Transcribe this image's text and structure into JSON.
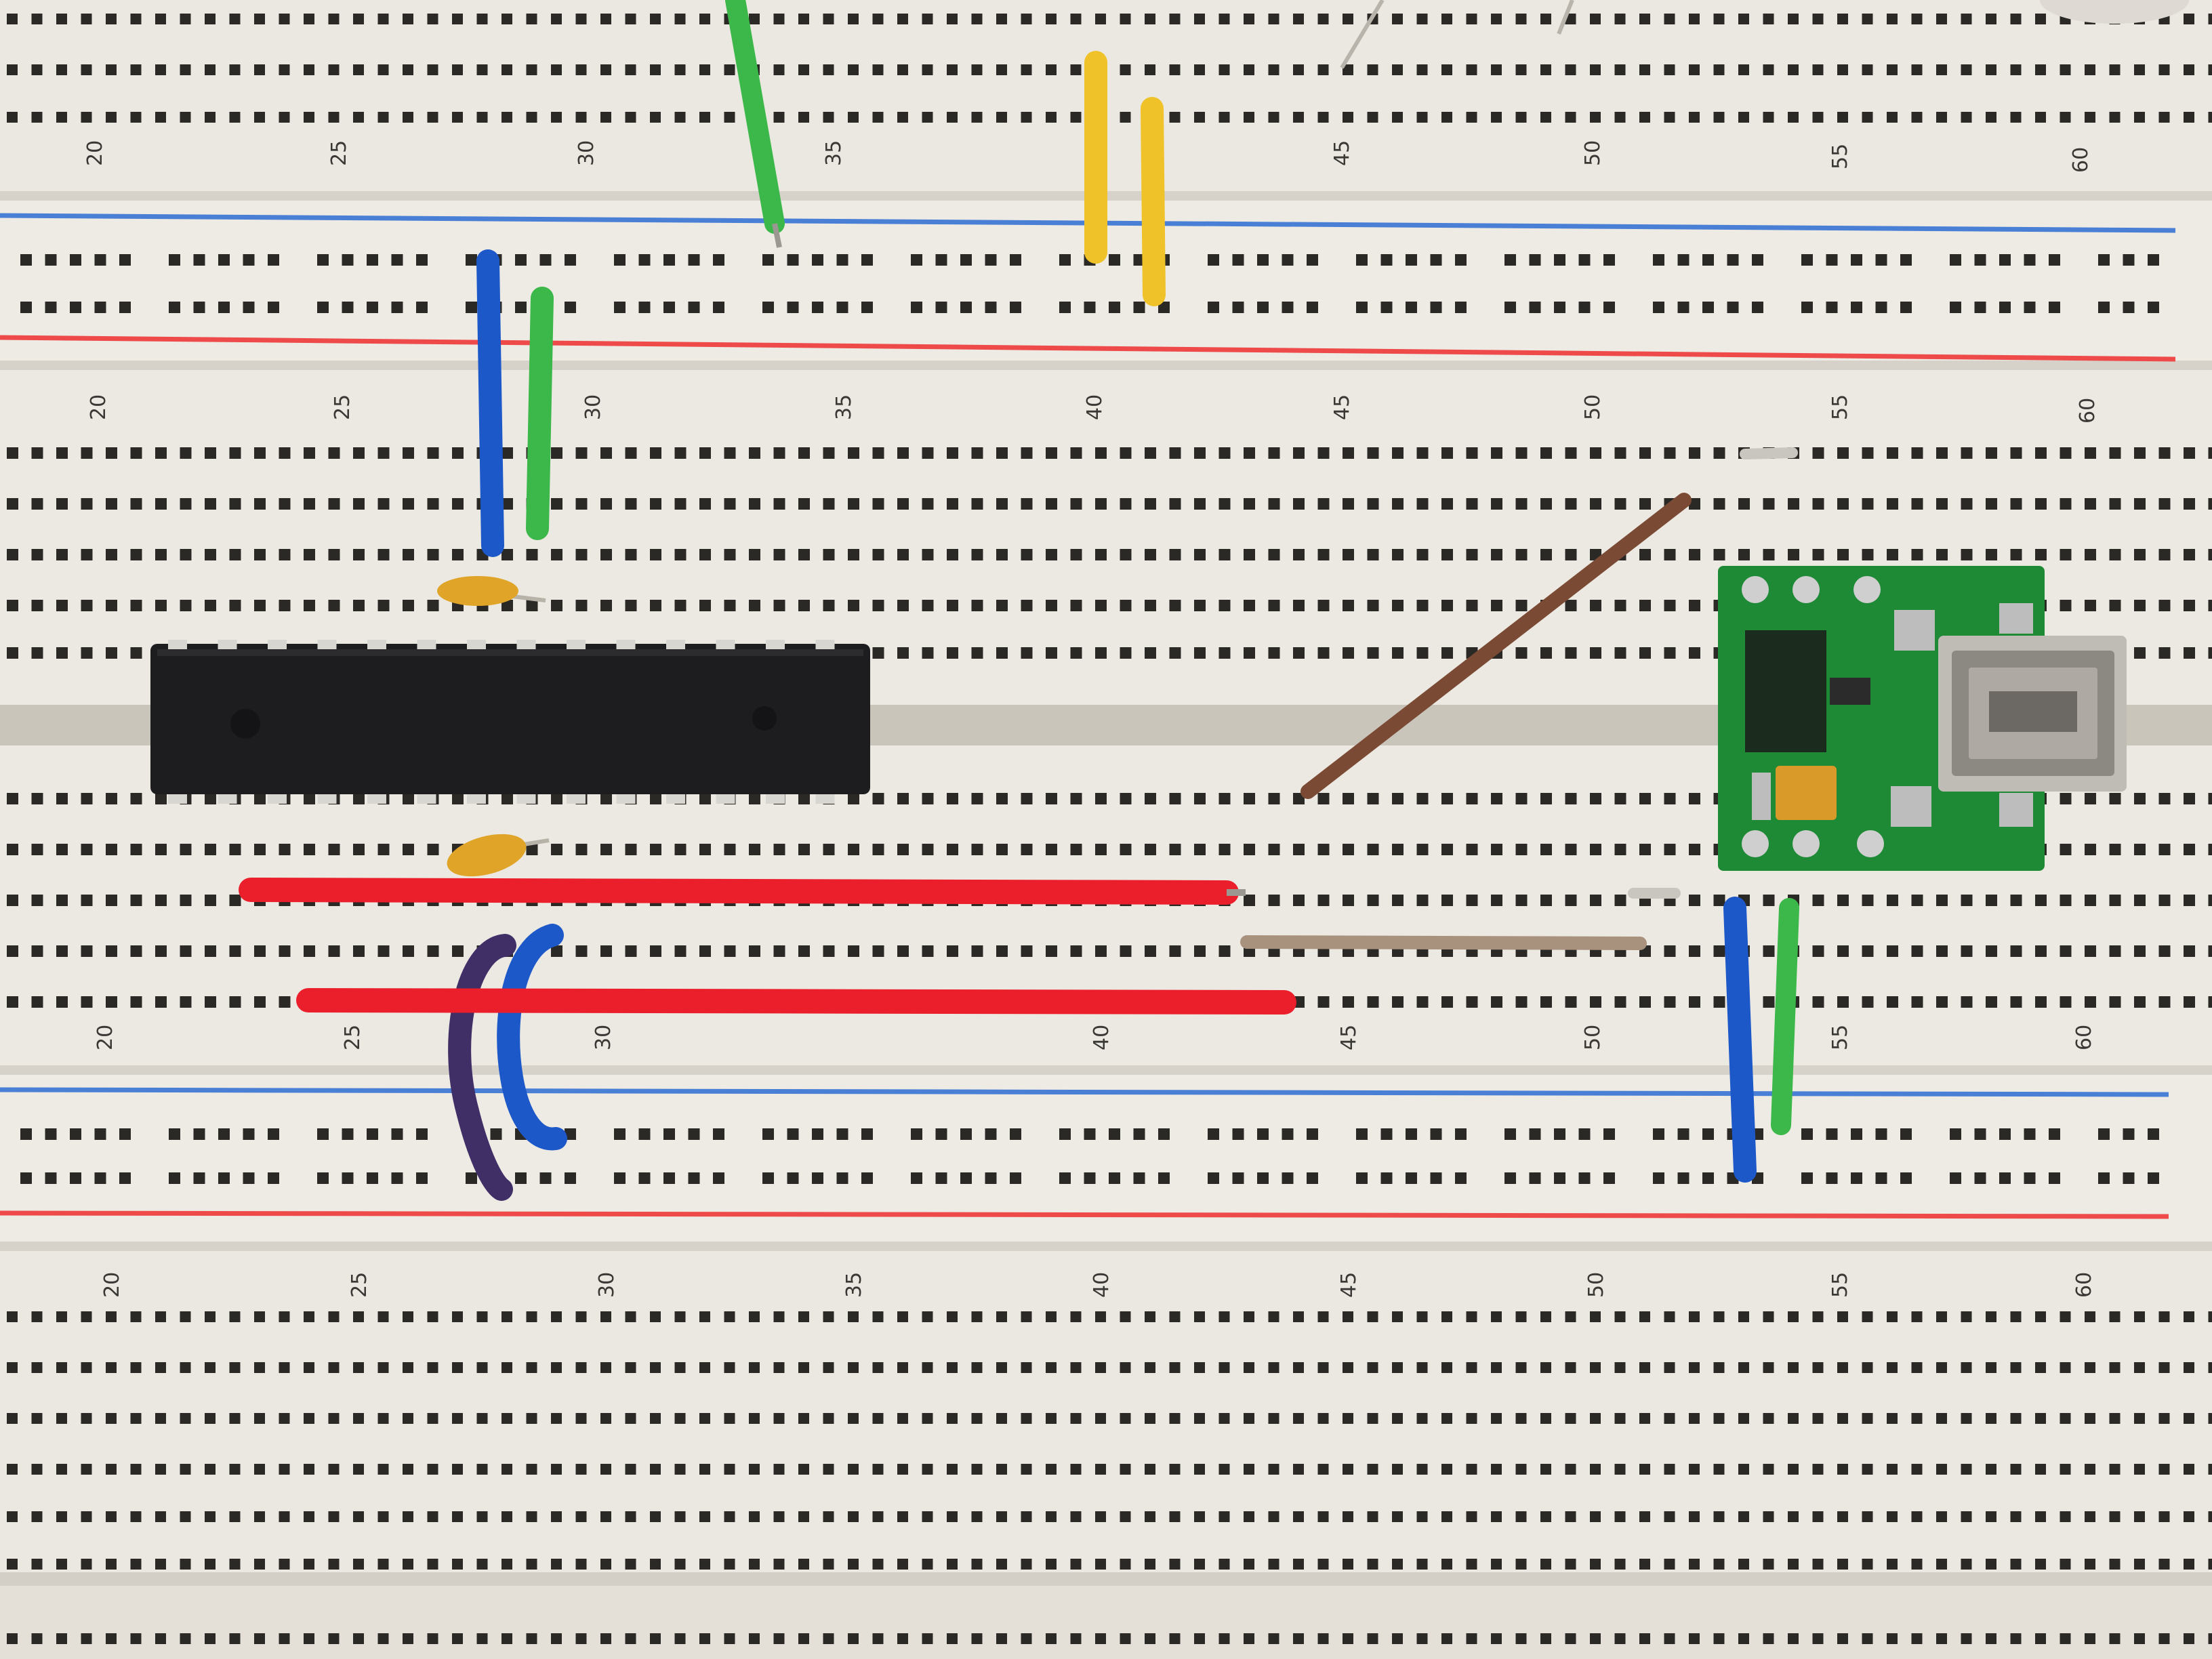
{
  "photo": {
    "subject": "breadboard",
    "colors": {
      "board": "#ece9e2",
      "board_shadow": "#cfcac1",
      "channel": "#c9c5bb",
      "hole": "#2b2926",
      "rail_blue": "#4a7fd6",
      "rail_red": "#ee4a4a",
      "chip": "#1d1d1f",
      "pcb": "#1e8a35",
      "wire_red": "#ea1f2b",
      "wire_blue": "#1d58c9",
      "wire_green": "#3cb84a",
      "wire_yellow": "#f0c22a",
      "wire_brown": "#7a4a34",
      "wire_purple": "#3f2f66",
      "capacitor": "#e0a528"
    }
  },
  "breadboard": {
    "column_numbers_upper": [
      "20",
      "25",
      "30",
      "35",
      "40",
      "45",
      "50",
      "55",
      "60"
    ],
    "column_numbers_lower": [
      "20",
      "25",
      "30",
      "35",
      "40",
      "45",
      "50",
      "55",
      "60"
    ]
  }
}
